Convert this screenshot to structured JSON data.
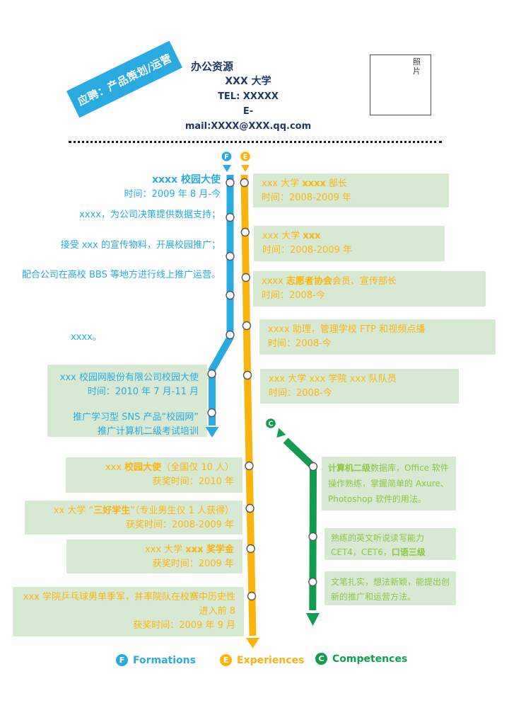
{
  "ribbon": {
    "text": "应聘：产品策划/运营"
  },
  "header": {
    "name": "办公资源",
    "university": "XXX 大学",
    "tel": "TEL: XXXXX",
    "email": "E-mail:XXXX@XXX.qq.com"
  },
  "photo": {
    "label": "照片"
  },
  "map": {
    "f": "F",
    "e": "E",
    "c": "C"
  },
  "formations": {
    "entry1": {
      "title": "xxxx 校园大使",
      "time": "时间：2009 年 8 月-今",
      "p1": "xxxx，为公司决策提供数据支持；",
      "p2": "接受 xxx 的宣传物料，开展校园推广；",
      "p3": "配合公司在高校 BBS 等地方进行线上推广运营。",
      "note": "xxxx。"
    },
    "entry2": {
      "l1": "xxx 校园网股份有限公司校园大使",
      "l2": "时间：2010 年 7 月-11 月",
      "l3": "推广学习型 SNS 产品“校园网”",
      "l4": "推广计算机二级考试培训"
    }
  },
  "experiences": [
    {
      "pre": "xxx 大学 ",
      "bold": "xxxx",
      "post": " 部长",
      "time": "时间：2008-2009 年"
    },
    {
      "pre": "xxx 大学 ",
      "bold": "xxx",
      "post": "",
      "time": "时间：2008-2009 年"
    },
    {
      "pre": "xxxx ",
      "bold": "志愿者协会",
      "post": "会员、宣传部长",
      "time": "时间：2008-今"
    },
    {
      "pre": "xxxx 助理，管理学校 FTP 和视频点播",
      "bold": "",
      "post": "",
      "time": "时间：2008-今"
    },
    {
      "pre": "xxx 大学 xxx 学院 xxx 队队员",
      "bold": "",
      "post": "",
      "time": "时间：2008-今"
    }
  ],
  "awards": [
    {
      "pre": "xxx ",
      "bold": "校园大使",
      "post": "（全国仅 10 人）",
      "time": "获奖时间：2010 年"
    },
    {
      "pre": "xx 大学 “",
      "bold": "三好学生",
      "post": "”（专业男生仅 1 人获得）",
      "time": "获奖时间：2008-2009 年"
    },
    {
      "pre": "xxx 大学 ",
      "bold": "xxx 奖学金",
      "post": "",
      "time": "获奖时间：2009 年"
    },
    {
      "pre": "xxx 学院乒乓球男单季军，并率院队在校赛中历史性进入前 8",
      "bold": "",
      "post": "",
      "time": "获奖时间：2009 年 9 月"
    }
  ],
  "competences": [
    {
      "bold": "计算机二级",
      "text": "数据库，Office 软件操作熟练，掌握简单的 Axure、Photoshop 软件的用法。"
    },
    {
      "line1": "熟练的英文听说读写能力",
      "line2_pre": "CET4，CET6，",
      "line2_bold": "口语三级"
    },
    {
      "text": "文笔扎实，想法新颖，能提出创新的推广和运营方法。"
    }
  ],
  "legend": {
    "f": {
      "letter": "F",
      "label": "Formations"
    },
    "e": {
      "letter": "E",
      "label": "Experiences"
    },
    "c": {
      "letter": "C",
      "label": "Competences"
    }
  },
  "colors": {
    "blue": "#29ABE2",
    "yellow": "#FBB40E",
    "green": "#129C4F",
    "light_green_text": "#8DC63F",
    "box_background": "#D7E9D3",
    "navy_header": "#1F3864"
  }
}
